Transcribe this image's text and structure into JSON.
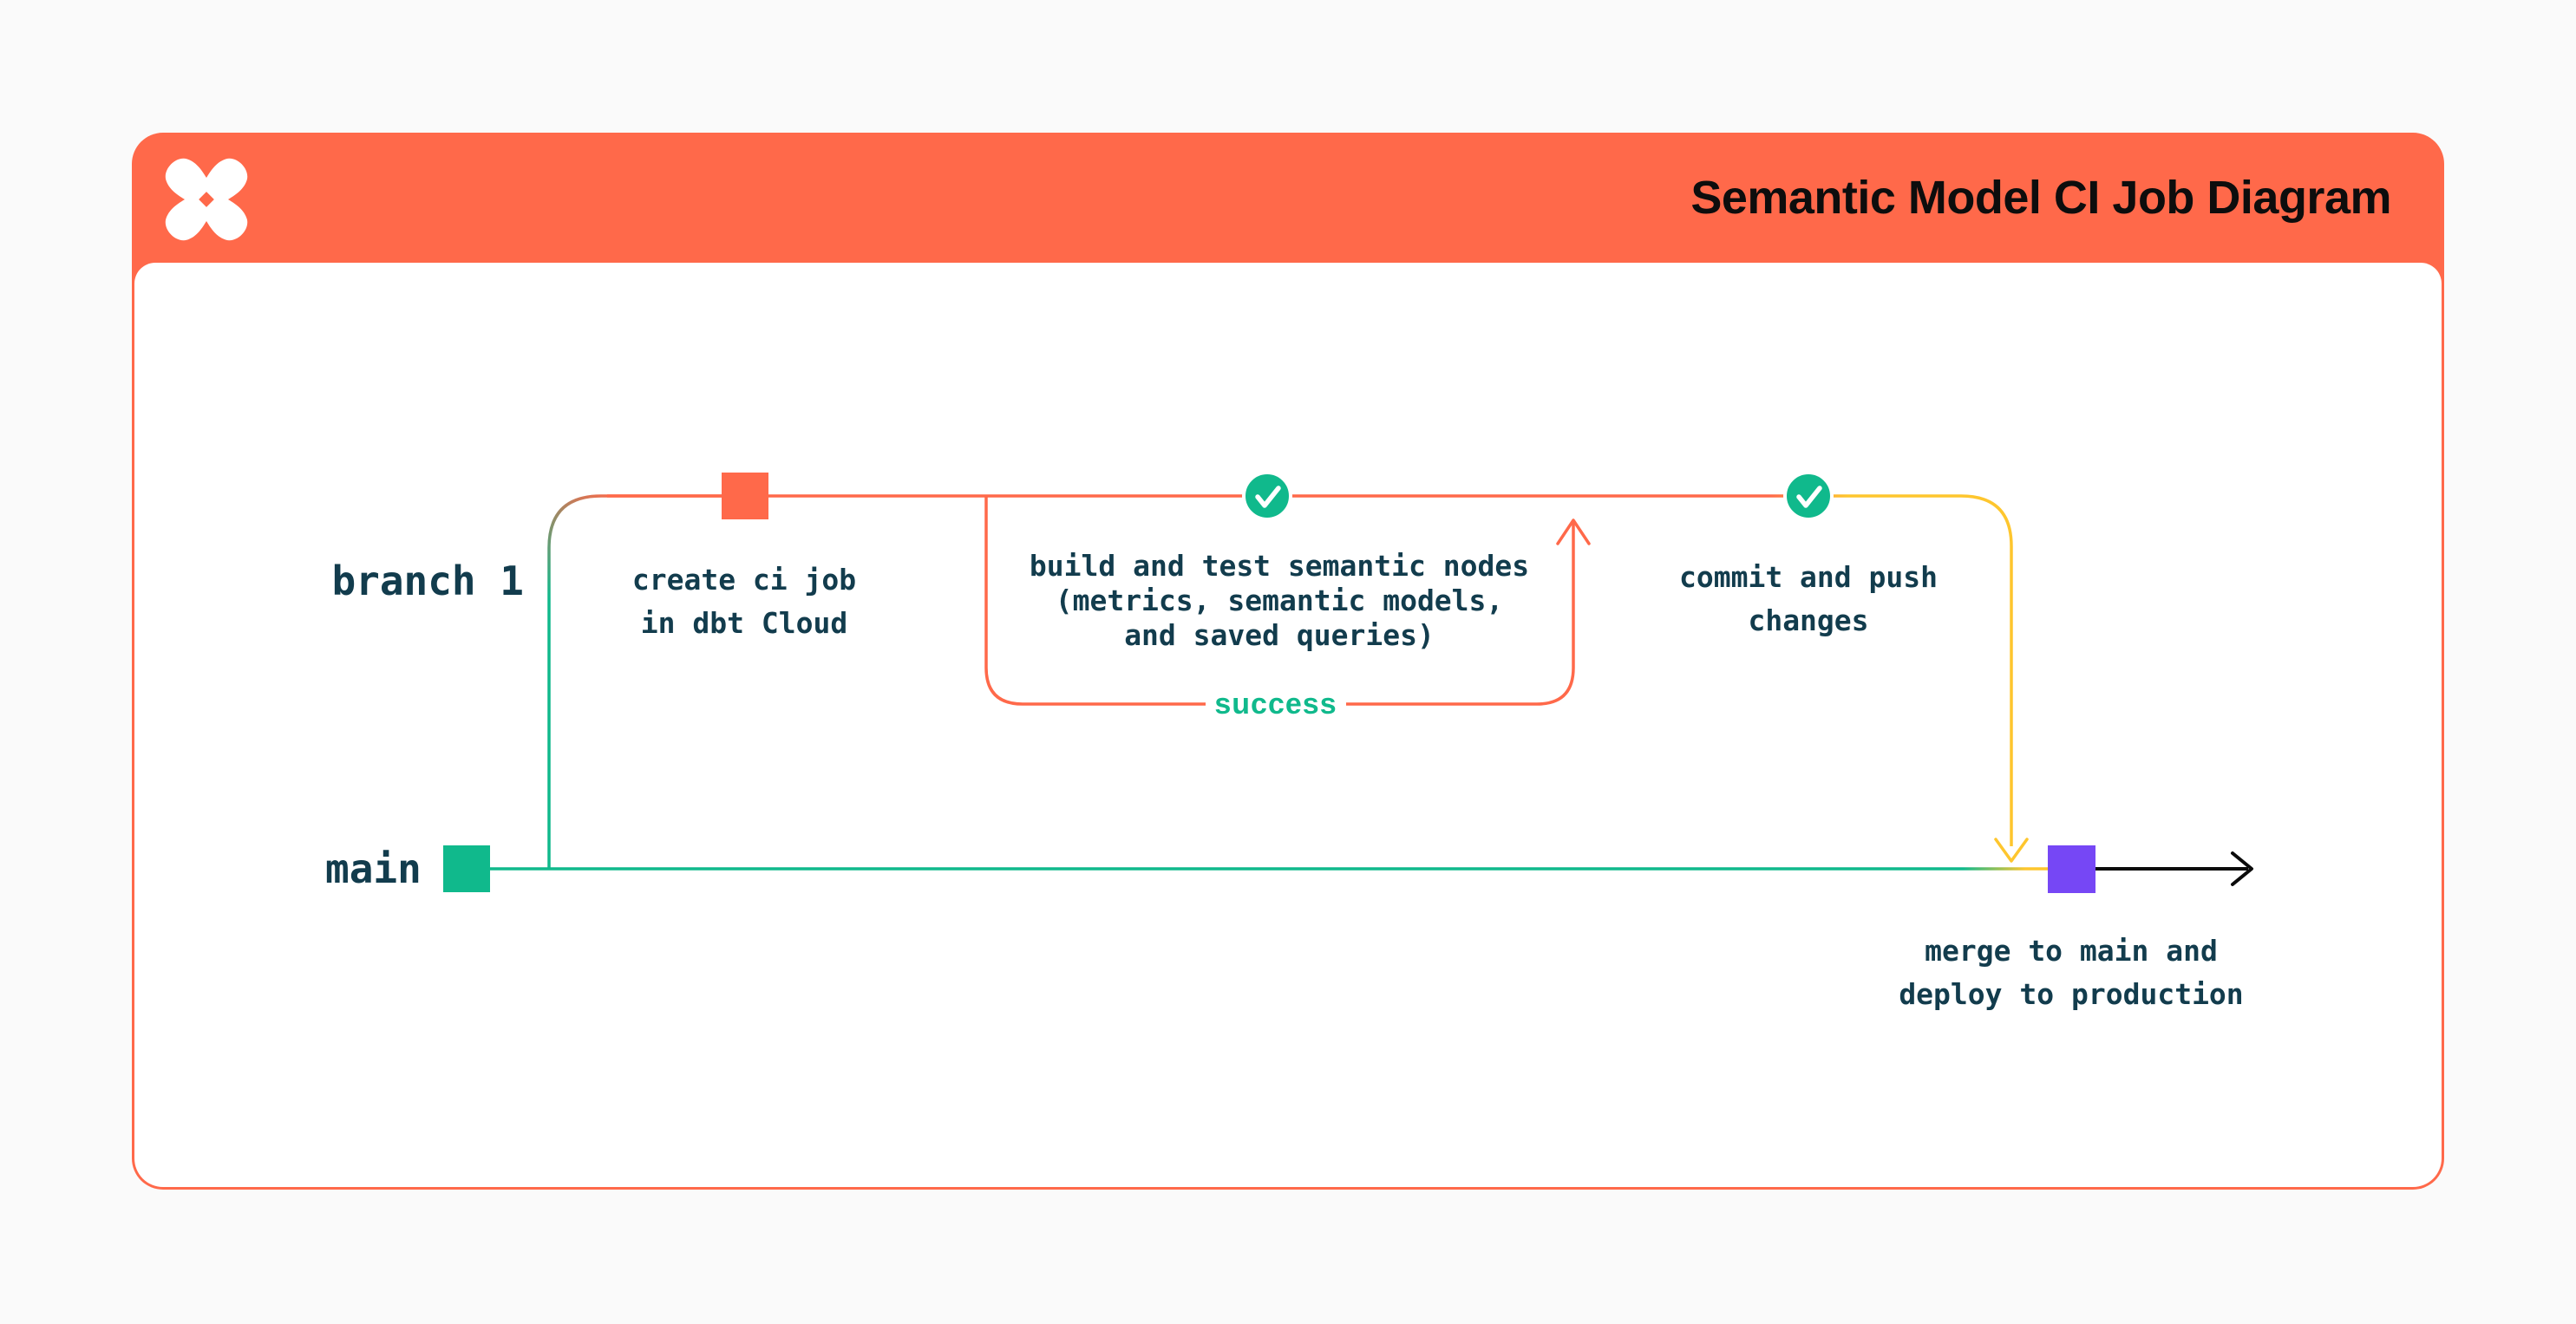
{
  "page": {
    "background": "#FAFAFA"
  },
  "header": {
    "title": "Semantic Model CI Job Diagram",
    "logo_icon": "dbt-logo",
    "background": "#FF694A",
    "title_color": "#0D0D0D"
  },
  "diagram": {
    "branch1_label": "branch 1",
    "main_label": "main",
    "success_label": "success",
    "nodes": {
      "create_ci": {
        "lines": [
          "create ci job",
          "in dbt Cloud"
        ],
        "marker": "orange-square"
      },
      "build_test": {
        "lines": [
          "build and test semantic nodes",
          "(metrics, semantic models,",
          "and saved queries)"
        ],
        "marker": "check-circle"
      },
      "commit_push": {
        "lines": [
          "commit and push",
          "changes"
        ],
        "marker": "check-circle"
      },
      "merge_deploy": {
        "lines": [
          "merge to main and",
          "deploy to production"
        ],
        "marker": "purple-square"
      }
    },
    "colors": {
      "orange": "#FF694A",
      "teal": "#10B98C",
      "yellow": "#FEC62E",
      "purple": "#7647F5",
      "text_dark": "#123C4D",
      "arrow_black": "#0B0B0B"
    }
  }
}
